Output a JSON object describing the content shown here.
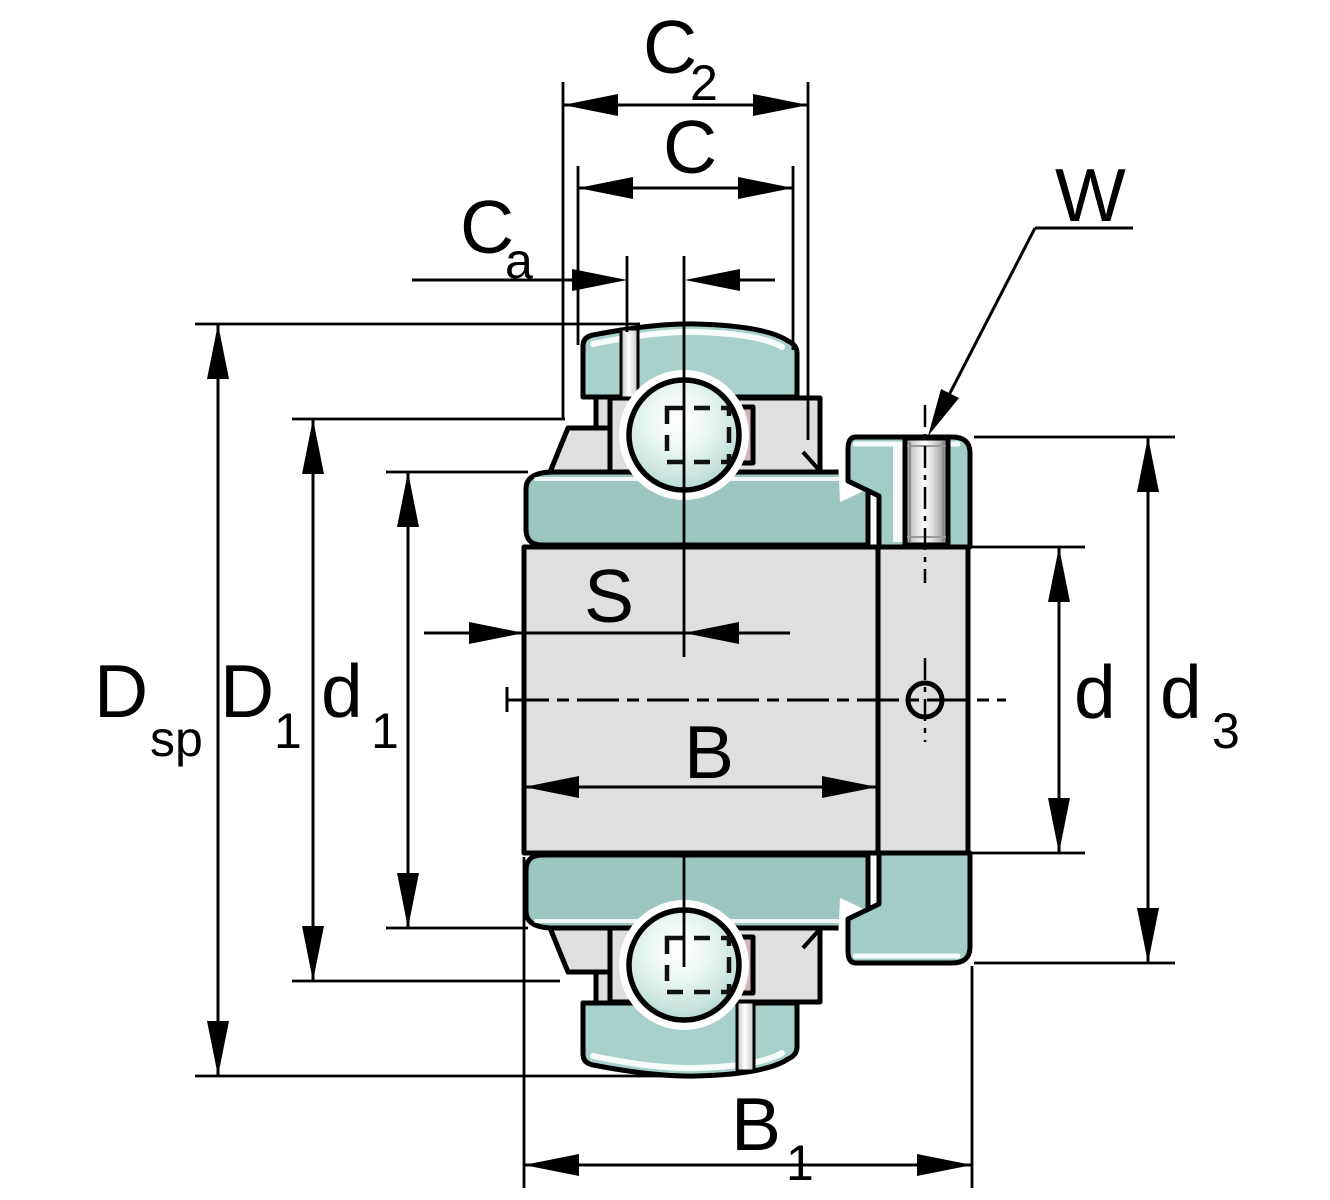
{
  "colors": {
    "outline": "#000000",
    "teal_body": "#9cc7c1",
    "teal_dome": "#a9d1cb",
    "teal_collar": "#a2ccc6",
    "gray_steel": "#dfdfdf",
    "seal_pink": "#d5b4b8",
    "white_highlight": "#ffffff"
  },
  "labels": {
    "c2": {
      "main": "C",
      "sub": "2"
    },
    "c": {
      "main": "C",
      "sub": ""
    },
    "ca": {
      "main": "C",
      "sub": "a"
    },
    "w": {
      "main": "W",
      "sub": ""
    },
    "dsp": {
      "main": "D",
      "sub": "sp"
    },
    "d1_cap": {
      "main": "D",
      "sub": "1"
    },
    "d1": {
      "main": "d",
      "sub": "1"
    },
    "s": {
      "main": "S",
      "sub": ""
    },
    "b": {
      "main": "B",
      "sub": ""
    },
    "d": {
      "main": "d",
      "sub": ""
    },
    "d3": {
      "main": "d",
      "sub": "3"
    },
    "b1": {
      "main": "B",
      "sub": "1"
    }
  }
}
